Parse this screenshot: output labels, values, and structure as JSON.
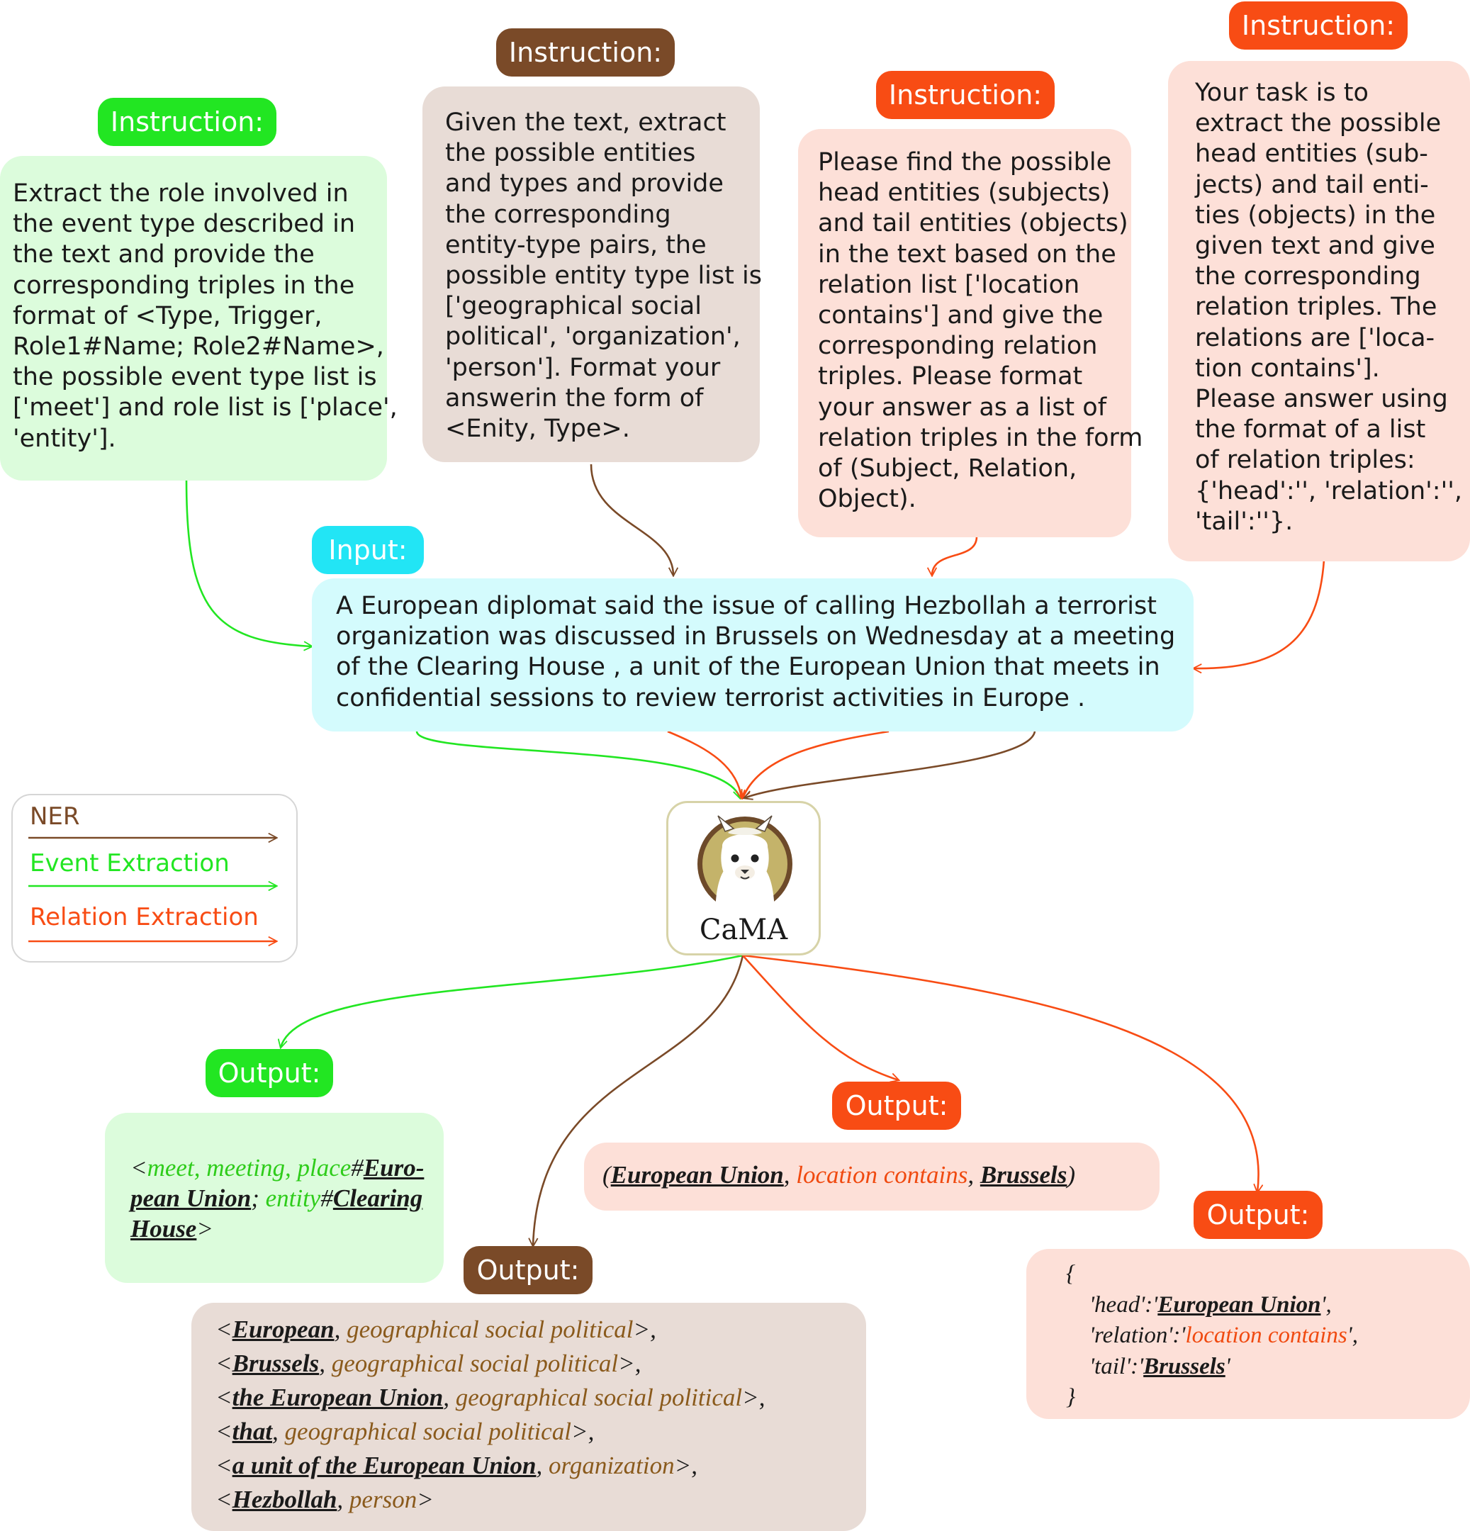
{
  "colors": {
    "ner": "#7a4a28",
    "event": "#22e622",
    "relation": "#f84c14",
    "input_pill": "#22e5f5",
    "input_bg": "#d4fbfd",
    "event_bg": "#dcfcdc",
    "ner_bg": "#e8dcd6",
    "relation_bg": "#fde0d8",
    "logo_frame": "#d7d3a8"
  },
  "instructions": {
    "event": {
      "label": "Instruction:",
      "lines": [
        "Extract the role involved in",
        "the event type described in",
        "the text and provide the",
        "corresponding triples in the",
        "format of <Type, Trigger,",
        "Role1#Name; Role2#Name>,",
        "the possible event type list is",
        "['meet'] and role list is ['place',",
        "'entity']."
      ]
    },
    "ner": {
      "label": "Instruction:",
      "lines": [
        "Given the text, extract",
        "the possible entities",
        "and types and provide",
        "the corresponding",
        "entity-type pairs, the",
        "possible entity type list is",
        "['geographical social",
        "political', 'organization',",
        "'person']. Format your",
        "answerin the form of",
        "<Enity, Type>."
      ]
    },
    "relation1": {
      "label": "Instruction:",
      "lines": [
        "Please find the possible",
        "head entities (subjects)",
        "and tail entities (objects)",
        "in the text based on the",
        "relation list ['location",
        "contains'] and give the",
        "corresponding relation",
        "triples. Please format",
        "your answer as a list of",
        "relation triples in the form",
        "of (Subject, Relation,",
        "Object)."
      ]
    },
    "relation2": {
      "label": "Instruction:",
      "lines": [
        "Your task is to",
        "extract the possible",
        "head entities (sub-",
        "jects) and tail enti-",
        "ties (objects) in the",
        "given text and give",
        "the corresponding",
        "relation triples. The",
        "relations are ['loca-",
        "tion contains'].",
        "Please answer using",
        "the format of a list",
        "of relation triples:",
        "{'head':'', 'relation':'',",
        "'tail':''}."
      ]
    }
  },
  "input": {
    "label": "Input:",
    "lines": [
      "A European diplomat said the issue of calling Hezbollah a terrorist",
      "organization was discussed in Brussels on Wednesday at a meeting",
      "of the Clearing House , a unit of the European Union that meets in",
      "confidential sessions to review terrorist activities in Europe ."
    ]
  },
  "logo": {
    "name": "CaMA",
    "icon": "llama-icon"
  },
  "legend": [
    {
      "label": "NER",
      "key": "ner"
    },
    {
      "label": "Event Extraction",
      "key": "event"
    },
    {
      "label": "Relation Extraction",
      "key": "relation"
    }
  ],
  "outputs": {
    "event": {
      "label": "Output:",
      "line1": {
        "open": "<",
        "a": "meet, meeting, place",
        "b": "#",
        "c": "Euro-"
      },
      "line2": {
        "a": "pean Union",
        "b": "; ",
        "c": "entity",
        "d": "#",
        "e": "Clearing"
      },
      "line3": {
        "a": "House",
        "b": ">"
      }
    },
    "ner": {
      "label": "Output:",
      "rows": [
        {
          "open": "<",
          "entity": "European",
          "sep": ", ",
          "type": "geographical social political",
          "close": ">,"
        },
        {
          "open": "<",
          "entity": "Brussels",
          "sep": ", ",
          "type": "geographical social political",
          "close": ">,"
        },
        {
          "open": "<",
          "entity": "the European Union",
          "sep": ", ",
          "type": "geographical social political",
          "close": ">,"
        },
        {
          "open": "<",
          "entity": "that",
          "sep": ", ",
          "type": "geographical social political",
          "close": ">,"
        },
        {
          "open": "<",
          "entity": "a unit of the European Union",
          "sep": ", ",
          "type": "organization",
          "close": ">,"
        },
        {
          "open": "<",
          "entity": "Hezbollah",
          "sep": ", ",
          "type": "person",
          "close": ">"
        }
      ]
    },
    "relation1": {
      "label": "Output:",
      "open": "(",
      "subject": "European Union",
      "sep1": ", ",
      "relation": "location contains",
      "sep2": ", ",
      "object": "Brussels",
      "close": ")"
    },
    "relation2": {
      "label": "Output:",
      "brace_open": "{",
      "head_key": "'head':'",
      "head_val": "European Union",
      "head_end": "',",
      "rel_key": "'relation':'",
      "rel_val": "location contains",
      "rel_end": "',",
      "tail_key": "'tail':'",
      "tail_val": "Brussels",
      "tail_end": "'",
      "brace_close": "}"
    }
  }
}
